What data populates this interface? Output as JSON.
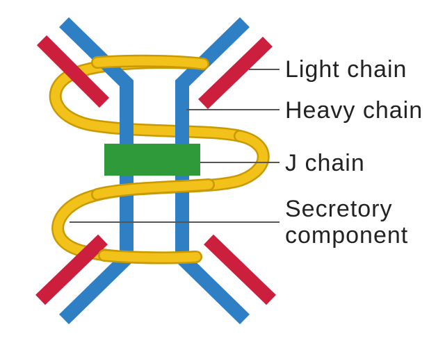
{
  "colors": {
    "heavy_chain": "#2f7fc4",
    "light_chain": "#cc1f3d",
    "j_chain": "#2f9a3a",
    "secretory_component": "#f2c21a",
    "secretory_outline": "#c89a00",
    "leader_line": "#555555",
    "label_text": "#222222",
    "background": "#ffffff"
  },
  "labels": {
    "light_chain": "Light chain",
    "heavy_chain": "Heavy chain",
    "j_chain": "J chain",
    "secretory_line1": "Secretory",
    "secretory_line2": "component"
  }
}
